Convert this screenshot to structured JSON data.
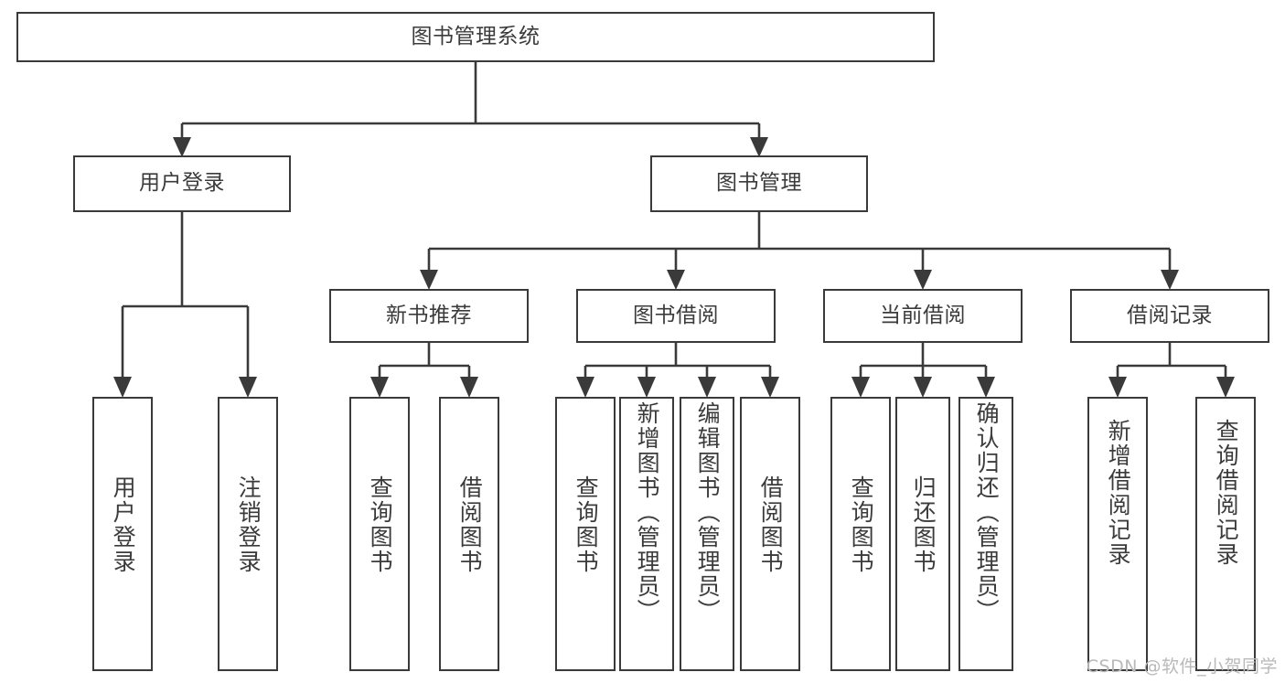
{
  "diagram": {
    "title": "图书管理系统",
    "type": "tree-hierarchy",
    "watermark": "CSDN @软件_小贺同学",
    "colors": {
      "stroke": "#3a3a3a",
      "text": "#3b3b3b",
      "background": "#ffffff",
      "watermark": "#b9b9b9"
    },
    "root": {
      "label": "图书管理系统"
    },
    "level2": [
      {
        "id": "user-login",
        "label": "用户登录"
      },
      {
        "id": "book-manage",
        "label": "图书管理"
      }
    ],
    "level3": [
      {
        "id": "new-book-rec",
        "label": "新书推荐",
        "parent": "book-manage"
      },
      {
        "id": "book-borrow",
        "label": "图书借阅",
        "parent": "book-manage"
      },
      {
        "id": "current-borrow",
        "label": "当前借阅",
        "parent": "book-manage"
      },
      {
        "id": "borrow-record",
        "label": "借阅记录",
        "parent": "book-manage"
      }
    ],
    "leaves": {
      "user-login": [
        {
          "id": "leaf-user-login",
          "label": "用户登录"
        },
        {
          "id": "leaf-user-logout",
          "label": "注销登录"
        }
      ],
      "new-book-rec": [
        {
          "id": "leaf-query-book-1",
          "label": "查询图书"
        },
        {
          "id": "leaf-borrow-book-1",
          "label": "借阅图书"
        }
      ],
      "book-borrow": [
        {
          "id": "leaf-query-book-2",
          "label": "查询图书"
        },
        {
          "id": "leaf-add-book",
          "label": "新增图书（管理员）"
        },
        {
          "id": "leaf-edit-book",
          "label": "编辑图书（管理员）"
        },
        {
          "id": "leaf-borrow-book-2",
          "label": "借阅图书"
        }
      ],
      "current-borrow": [
        {
          "id": "leaf-query-book-3",
          "label": "查询图书"
        },
        {
          "id": "leaf-return-book",
          "label": "归还图书"
        },
        {
          "id": "leaf-confirm-return",
          "label": "确认归还（管理员）"
        }
      ],
      "borrow-record": [
        {
          "id": "leaf-add-record",
          "label": "新增借阅记录"
        },
        {
          "id": "leaf-query-record",
          "label": "查询借阅记录"
        }
      ]
    }
  }
}
